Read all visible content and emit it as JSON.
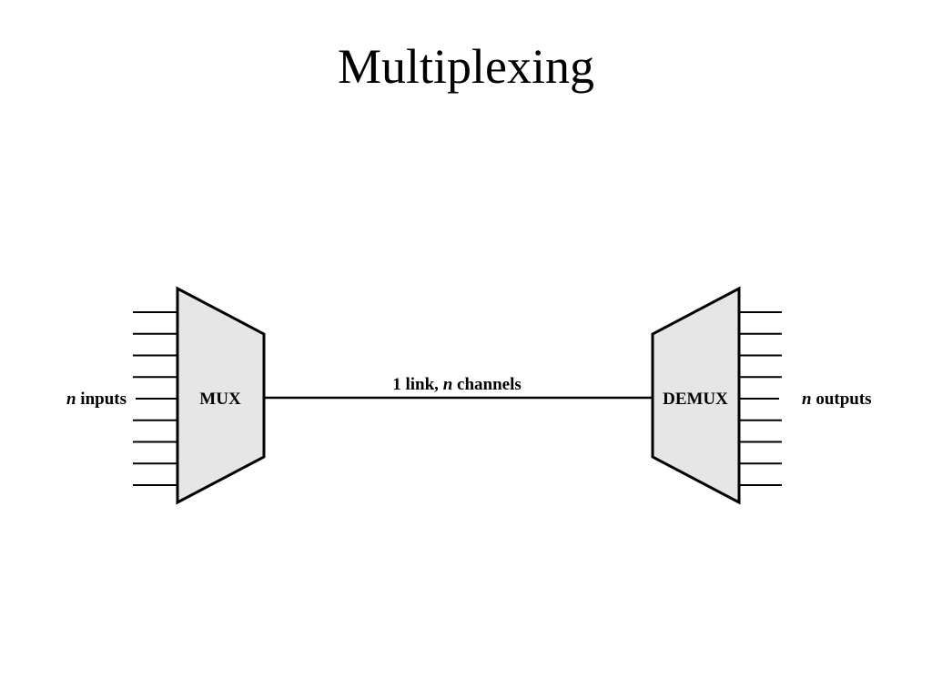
{
  "slide": {
    "title": "Multiplexing"
  },
  "diagram": {
    "fill_color": "#e6e6e6",
    "stroke_color": "#000000",
    "mux": {
      "label": "MUX",
      "input_line_count": 9
    },
    "demux": {
      "label": "DEMUX",
      "output_line_count": 9
    },
    "inputs_label": {
      "var": "n",
      "text": " inputs"
    },
    "outputs_label": {
      "var": "n",
      "text": " outputs"
    },
    "link_label": {
      "prefix": "1 link, ",
      "var": "n",
      "suffix": " channels"
    }
  }
}
